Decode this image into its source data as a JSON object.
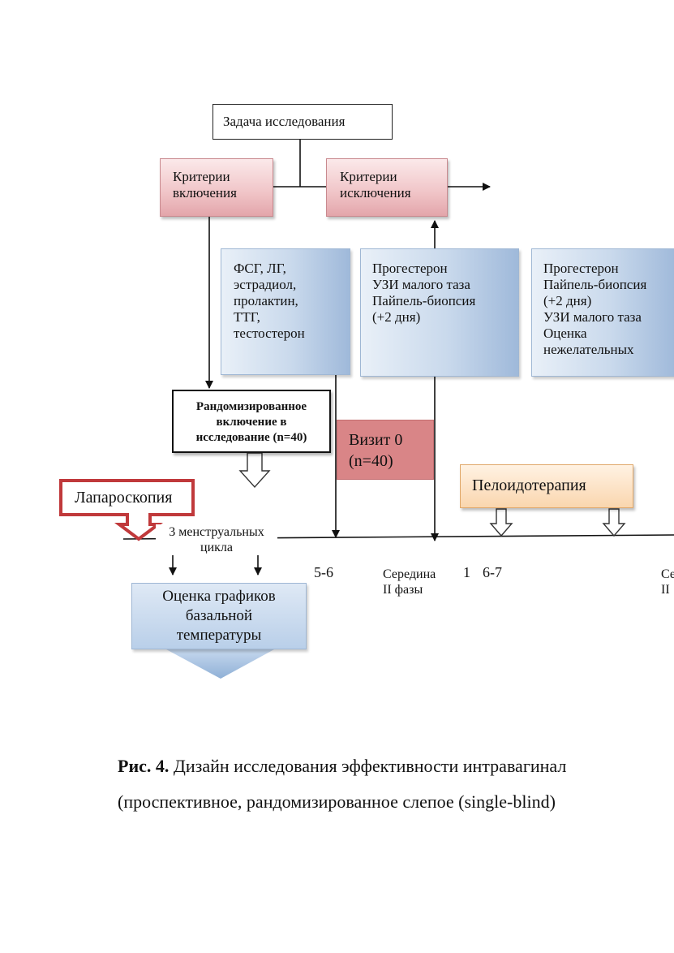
{
  "task": "Задача  исследования",
  "inclusion": "Критерии\nвключения",
  "exclusion": "Критерии\nисключения",
  "hormones": "ФСГ, ЛГ,\nэстрадиол,\nпролактин,\nТТГ,\nтестостерон",
  "visit1": "Прогестерон\nУЗИ малого таза\nПайпель-биопсия\n(+2 дня)",
  "visit2": "Прогестерон\nПайпель-биопсия\n(+2 дня)\nУЗИ малого таза\nОценка\nнежелательных",
  "randomization": "Рандомизированное\nвключение в\nисследование (n=40)",
  "visit0": "Визит 0\n(n=40)",
  "laparoscopy": "Лапароскопия",
  "peloid": "Пелоидотерапия",
  "cycles": "3 менструальных\nцикла",
  "day56": "5-6",
  "mid_phase": "Середина\nII фазы",
  "day1": "1",
  "day67": "6-7",
  "mid_phase_cut": "Се\nII",
  "basal": "Оценка графиков\nбазальной\nтемпературы",
  "caption": {
    "bold": "Рис. 4.",
    "line1": " Дизайн исследования эффективности интравагинал",
    "line2": "(проспективное, рандомизированное слепое (single-blind)"
  },
  "colors": {
    "pink": "#f0c4c7",
    "blue": "#c9d9ec",
    "red_border": "#c0393b",
    "orange": "#fad6ae"
  }
}
